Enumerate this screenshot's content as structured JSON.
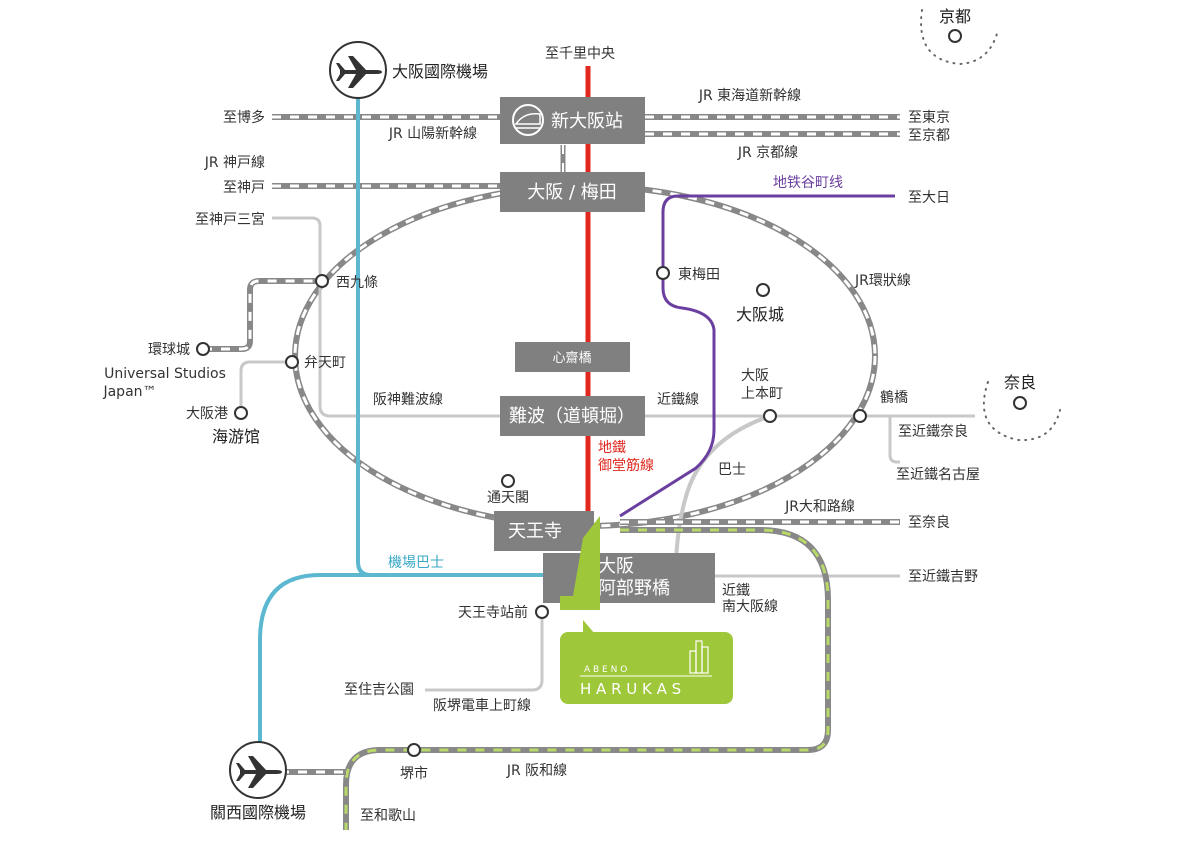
{
  "colors": {
    "jr_rail": "#888888",
    "midosuji": "#e0281e",
    "tanimachi": "#6a3fa0",
    "airport_bus": "#5bb8d0",
    "harukas_green": "#9fc73a",
    "station_box": "#808080",
    "other_line": "#c8c8c8"
  },
  "stations": {
    "shin_osaka": "新大阪站",
    "umeda": "大阪 / 梅田",
    "shinsaibashi": "心齋橋",
    "namba": "難波（道頓堀）",
    "tennoji": "天王寺",
    "abeno_1": "大阪",
    "abeno_2": "阿部野橋"
  },
  "airports": {
    "itami": "大阪國際機場",
    "kansai": "關西國際機場"
  },
  "places": {
    "kyoto": "京都",
    "nara": "奈良",
    "osaka_castle": "大阪城",
    "tsutenkaku": "通天閣",
    "usj_1": "環球城",
    "usj_2": "Universal Studios",
    "usj_3": "Japan™",
    "aquarium_1": "大阪港",
    "aquarium_2": "海游馆"
  },
  "stops": {
    "higashi_umeda": "東梅田",
    "nishikujo": "西九條",
    "bentencho": "弁天町",
    "uehonmachi_1": "大阪",
    "uehonmachi_2": "上本町",
    "tsuruhashi": "鶴橋",
    "tennoji_ekimae": "天王寺站前",
    "sakaishi": "堺市"
  },
  "lines": {
    "sanyo": "JR 山陽新幹線",
    "tokaido": "JR 東海道新幹線",
    "kyoto": "JR 京都線",
    "kobe": "JR 神戸線",
    "tanimachi": "地铁谷町线",
    "loop": "JR環狀線",
    "hanshin_namba": "阪神難波線",
    "kintetsu": "近鐵線",
    "midosuji_1": "地鐵",
    "midosuji_2": "御堂筋線",
    "bus": "巴士",
    "yamatoji": "JR大和路線",
    "airport_bus": "機場巴士",
    "kintetsu_minami_1": "近鐵",
    "kintetsu_minami_2": "南大阪線",
    "hankai": "阪堺電車上町線",
    "hanwa": "JR 阪和線"
  },
  "destinations": {
    "senri_chuo": "至千里中央",
    "hakata": "至博多",
    "tokyo": "至東京",
    "kyoto": "至京都",
    "kobe": "至神戸",
    "dainichi": "至大日",
    "kobe_sannomiya": "至神戸三宮",
    "kintetsu_nara": "至近鐵奈良",
    "kintetsu_nagoya": "至近鐵名古屋",
    "nara": "至奈良",
    "kintetsu_yoshino": "至近鐵吉野",
    "sumiyoshi": "至住吉公園",
    "wakayama": "至和歌山"
  },
  "harukas": {
    "abeno": "A B E N O",
    "harukas": "H A R U K A S"
  }
}
